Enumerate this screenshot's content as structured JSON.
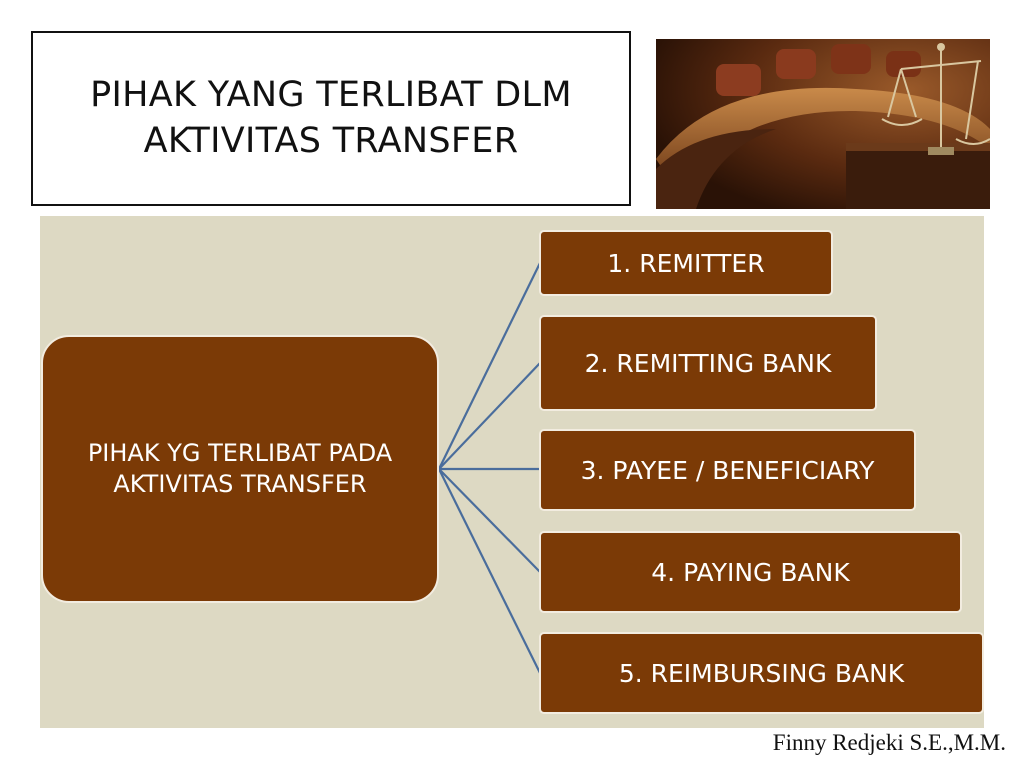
{
  "slide": {
    "title": "PIHAK YANG TERLIBAT DLM\nAKTIVITAS  TRANSFER",
    "author": "Finny Redjeki S.E.,M.M."
  },
  "diagram": {
    "root": "PIHAK YG TERLIBAT PADA\nAKTIVITAS TRANSFER",
    "children": [
      "1. REMITTER",
      "2. REMITTING BANK",
      "3. PAYEE / BENEFICIARY",
      "4. PAYING BANK",
      "5. REIMBURSING BANK"
    ]
  },
  "colors": {
    "box_fill": "#7b3a06",
    "panel_bg": "#ddd9c3",
    "connector": "#4a6d9c"
  },
  "photo": {
    "icon": "scales-of-justice-icon",
    "subject": "courtroom with scales of justice"
  }
}
